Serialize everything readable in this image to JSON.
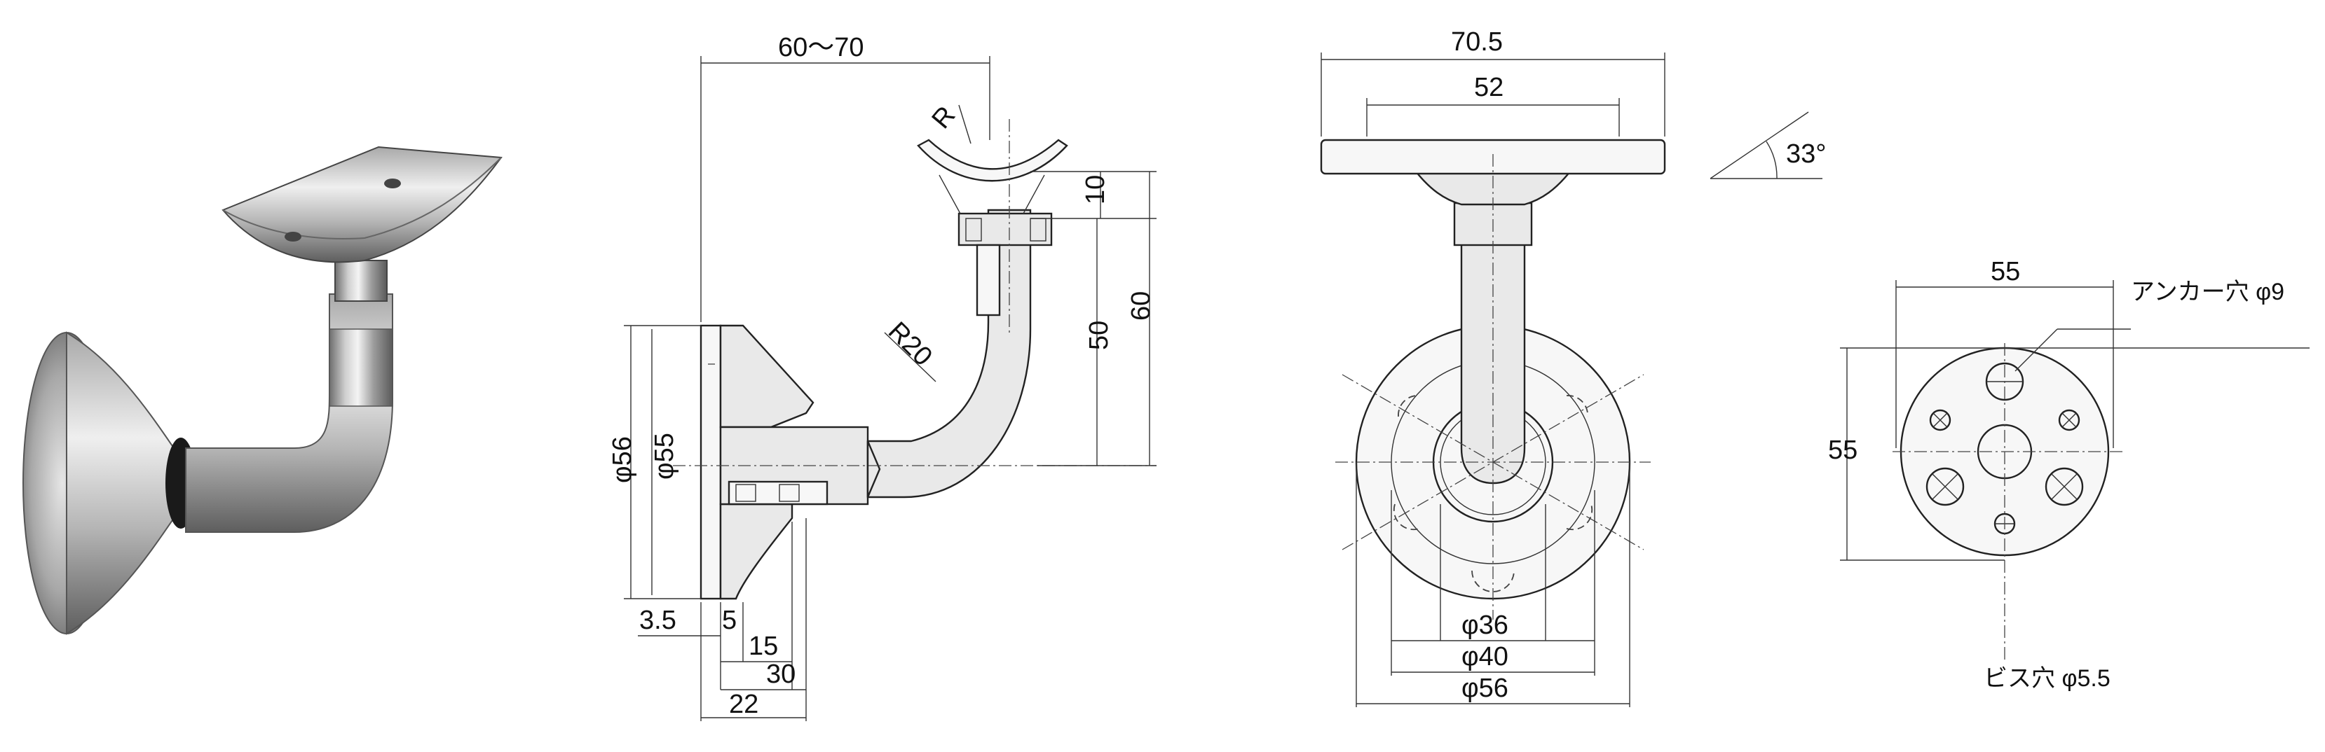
{
  "side_view": {
    "dim_reach": "60〜70",
    "dim_r": "R",
    "dim_r20": "R20",
    "dim_10": "10",
    "dim_50": "50",
    "dim_60": "60",
    "dim_d56": "φ56",
    "dim_d55": "φ55",
    "dim_3_5": "3.5",
    "dim_5": "5",
    "dim_15": "15",
    "dim_30": "30",
    "dim_22": "22"
  },
  "front_view": {
    "dim_70_5": "70.5",
    "dim_52": "52",
    "dim_d36": "φ36",
    "dim_d40": "φ40",
    "dim_d56": "φ56"
  },
  "angle_callout": {
    "dim_33": "33°"
  },
  "base_view": {
    "dim_55_h": "55",
    "dim_55_v": "55",
    "anchor_label": "アンカー穴 φ9",
    "screw_label": "ビス穴 φ5.5"
  },
  "colors": {
    "metal_fill": "#e9e9e9",
    "line": "#222222"
  }
}
